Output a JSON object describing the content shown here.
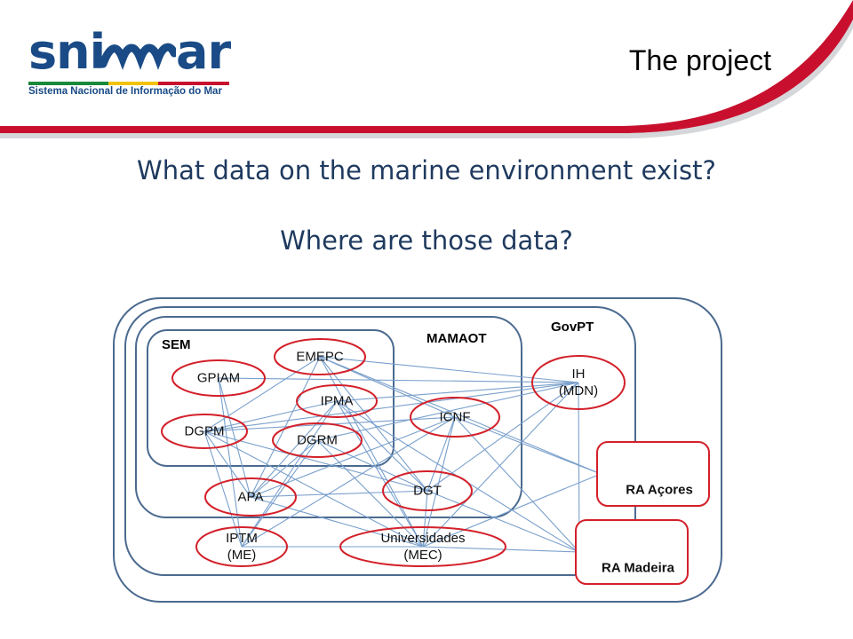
{
  "header": {
    "slide_title": "The project",
    "logo": {
      "word_left": "sni",
      "word_right": "ar",
      "tagline": "Sistema Nacional de Informação do Mar"
    }
  },
  "questions": [
    "What data on the marine environment exist?",
    "Where are those data?"
  ],
  "colors": {
    "title_text": "#1f3a5f",
    "box_stroke": "#4b6a8f",
    "node_stroke": "#d3202a",
    "connector": "#7aa0cc",
    "accent_red": "#c8102e",
    "logo_blue": "#1a4b86"
  },
  "diagram": {
    "groups": [
      {
        "id": "govpt",
        "label": "GovPT"
      },
      {
        "id": "mamaot",
        "label": "MAMAOT"
      },
      {
        "id": "sem",
        "label": "SEM"
      }
    ],
    "nodes": [
      {
        "id": "emepc",
        "label": "EMEPC"
      },
      {
        "id": "gpiam",
        "label": "GPIAM"
      },
      {
        "id": "ipma",
        "label": "IPMA"
      },
      {
        "id": "dgpm",
        "label": "DGPM"
      },
      {
        "id": "dgrm",
        "label": "DGRM"
      },
      {
        "id": "icnf",
        "label": "ICNF"
      },
      {
        "id": "ih",
        "label": "IH\n(MDN)"
      },
      {
        "id": "apa",
        "label": "APA"
      },
      {
        "id": "dgt",
        "label": "DGT"
      },
      {
        "id": "iptm",
        "label": "IPTM\n(ME)"
      },
      {
        "id": "univ",
        "label": "Universidades\n(MEC)"
      }
    ],
    "regions": [
      {
        "id": "acores",
        "label": "RA Açores"
      },
      {
        "id": "madeira",
        "label": "RA Madeira"
      }
    ],
    "edges": [
      [
        "emepc",
        "ih"
      ],
      [
        "emepc",
        "icnf"
      ],
      [
        "emepc",
        "dgt"
      ],
      [
        "emepc",
        "univ"
      ],
      [
        "emepc",
        "apa"
      ],
      [
        "emepc",
        "dgpm"
      ],
      [
        "emepc",
        "acores"
      ],
      [
        "gpiam",
        "iptm"
      ],
      [
        "gpiam",
        "apa"
      ],
      [
        "gpiam",
        "ih"
      ],
      [
        "ipma",
        "ih"
      ],
      [
        "ipma",
        "univ"
      ],
      [
        "ipma",
        "dgt"
      ],
      [
        "ipma",
        "apa"
      ],
      [
        "ipma",
        "iptm"
      ],
      [
        "ipma",
        "dgpm"
      ],
      [
        "ipma",
        "madeira"
      ],
      [
        "dgpm",
        "ih"
      ],
      [
        "dgpm",
        "icnf"
      ],
      [
        "dgpm",
        "dgt"
      ],
      [
        "dgpm",
        "univ"
      ],
      [
        "dgpm",
        "iptm"
      ],
      [
        "dgpm",
        "apa"
      ],
      [
        "dgrm",
        "ih"
      ],
      [
        "dgrm",
        "univ"
      ],
      [
        "dgrm",
        "dgt"
      ],
      [
        "dgrm",
        "apa"
      ],
      [
        "dgrm",
        "iptm"
      ],
      [
        "icnf",
        "dgt"
      ],
      [
        "icnf",
        "univ"
      ],
      [
        "icnf",
        "apa"
      ],
      [
        "icnf",
        "madeira"
      ],
      [
        "icnf",
        "acores"
      ],
      [
        "ih",
        "univ"
      ],
      [
        "ih",
        "dgt"
      ],
      [
        "ih",
        "madeira"
      ],
      [
        "apa",
        "univ"
      ],
      [
        "apa",
        "dgt"
      ],
      [
        "dgt",
        "univ"
      ],
      [
        "dgt",
        "madeira"
      ],
      [
        "iptm",
        "univ"
      ],
      [
        "iptm",
        "icnf"
      ],
      [
        "univ",
        "acores"
      ],
      [
        "univ",
        "madeira"
      ]
    ]
  }
}
